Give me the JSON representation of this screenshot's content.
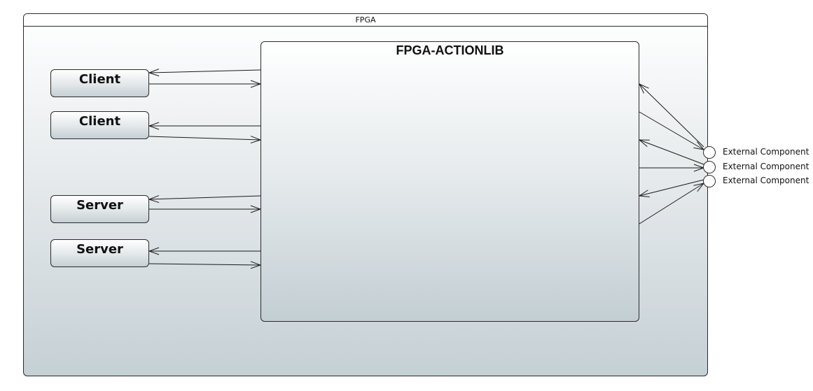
{
  "container": {
    "title": "FPGA"
  },
  "actionlib": {
    "title": "FPGA-ACTIONLIB"
  },
  "nodes": [
    {
      "label": "Client"
    },
    {
      "label": "Client"
    },
    {
      "label": "Server"
    },
    {
      "label": "Server"
    }
  ],
  "external_components": [
    {
      "label": "External Component"
    },
    {
      "label": "External Component"
    },
    {
      "label": "External Component"
    }
  ],
  "colors": {
    "stroke": "#1a1a1a",
    "fill_top": "#ffffff",
    "fill_bottom": "#c3ced3"
  }
}
